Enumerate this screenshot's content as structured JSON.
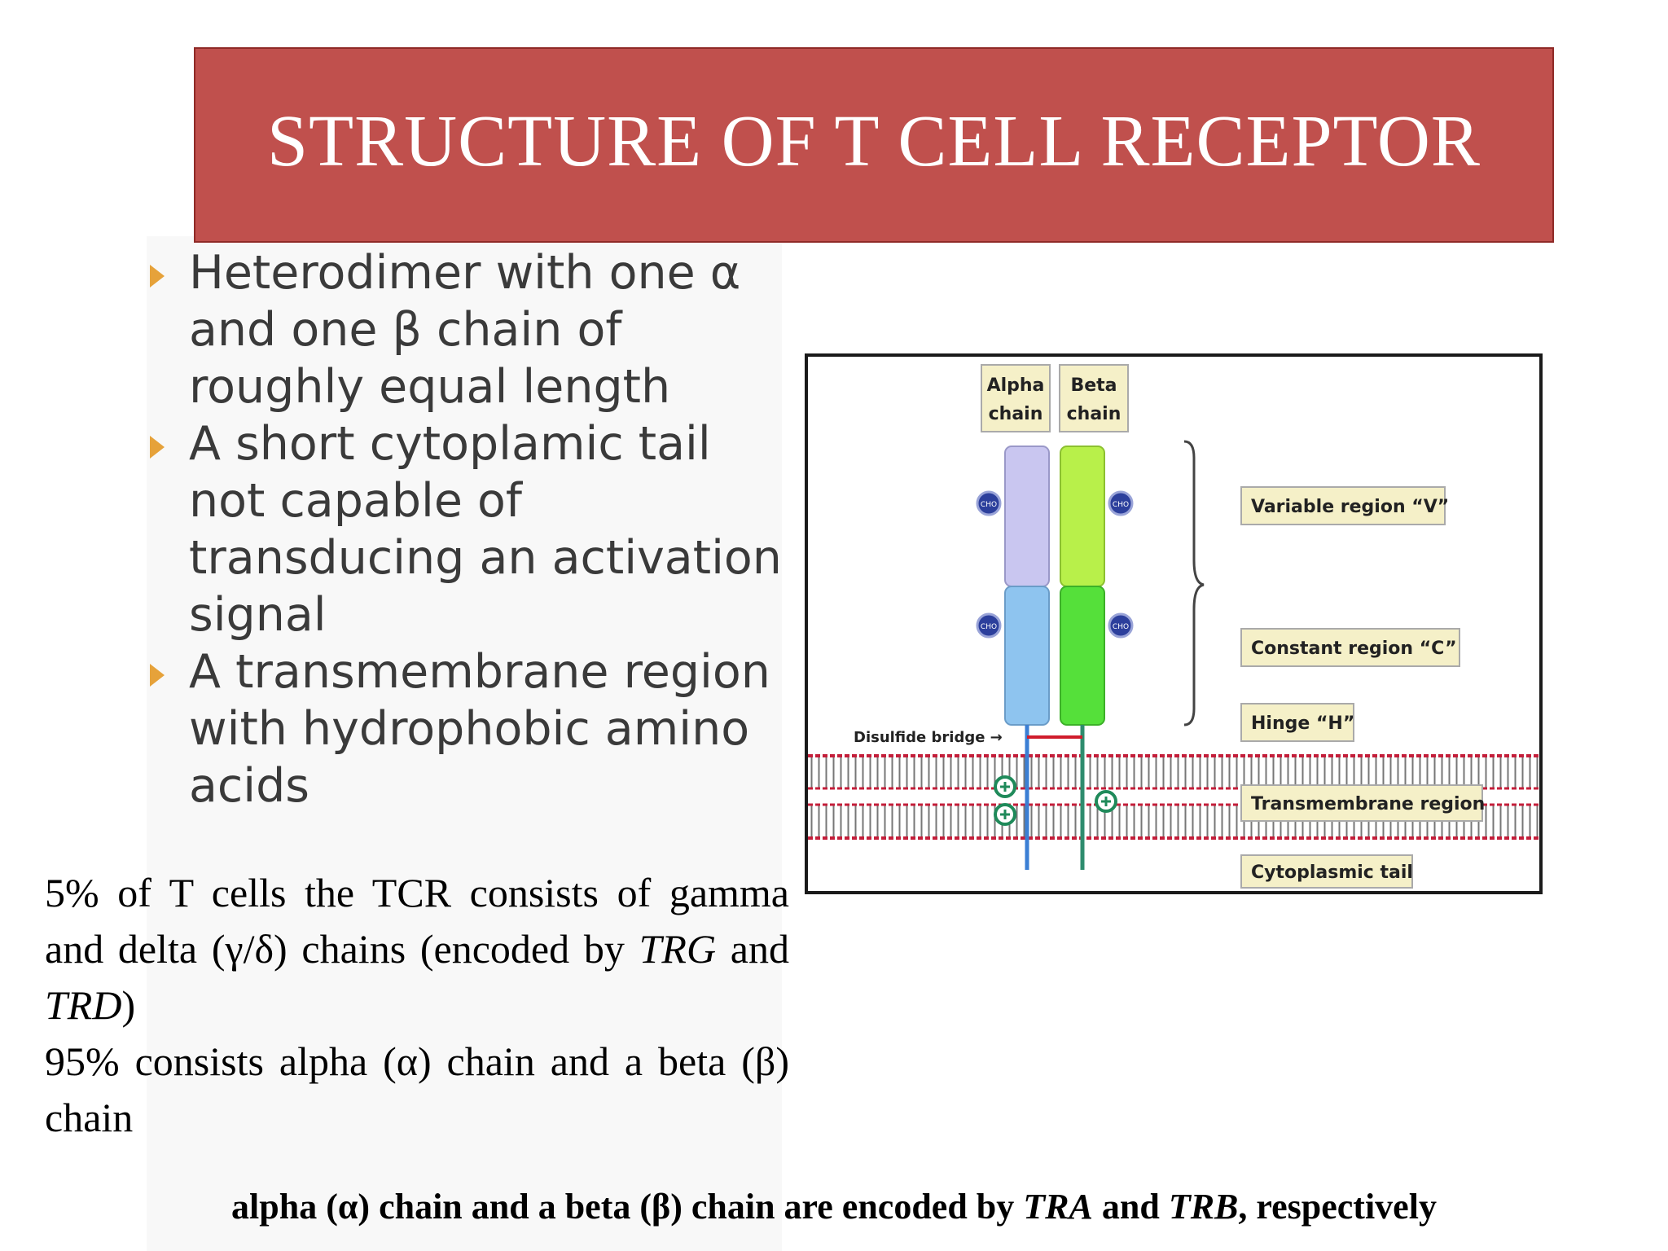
{
  "title": "STRUCTURE OF T CELL RECEPTOR",
  "bullets": [
    "Heterodimer with one α and one β chain of roughly equal length",
    "A short cytoplamic tail not capable of transducing an activation signal",
    "A transmembrane region with hydrophobic amino acids"
  ],
  "paragraph1": {
    "line1": "5% of T cells the TCR consists of gamma and delta (γ/δ) chains (encoded by ",
    "gene1": "TRG",
    "mid": " and ",
    "gene2": "TRD",
    "end": ")"
  },
  "paragraph2": "95% consists alpha (α) chain and a beta (β) chain",
  "footer": {
    "part1": "alpha (α) chain and a beta (β) chain are encoded by ",
    "gene1": "TRA",
    "part2": " and ",
    "gene2": "TRB",
    "part3": ", respectively"
  },
  "diagram": {
    "alpha_label_1": "Alpha",
    "alpha_label_2": "chain",
    "beta_label_1": "Beta",
    "beta_label_2": "chain",
    "variable_region": "Variable region “V”",
    "constant_region": "Constant region “C”",
    "hinge": "Hinge “H”",
    "transmembrane": "Transmembrane region",
    "cytoplasmic": "Cytoplasmic tail",
    "disulfide": "Disulfide bridge →",
    "cho": "CHO",
    "colors": {
      "alpha_v": "#c9c6f0",
      "alpha_c": "#8ec4ef",
      "beta_v": "#b8f04a",
      "beta_c": "#55e03a",
      "membrane": "#c41e3a",
      "label_bg": "#f5f0c8"
    }
  }
}
